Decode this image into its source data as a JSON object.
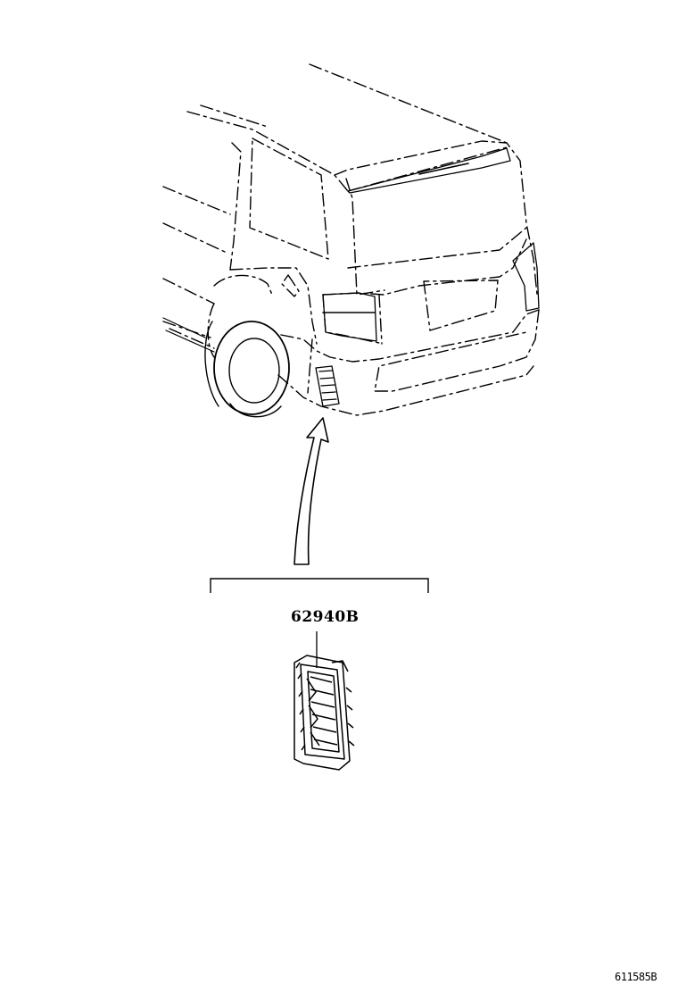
{
  "diagram": {
    "part_number": "62940B",
    "drawing_id": "611585B",
    "line_color": "#000000",
    "background_color": "#ffffff"
  },
  "icons": {
    "vehicle": "minivan-rear-quarter-outline",
    "part": "rear-bumper-vent-louver",
    "pointer": "curved-arrow"
  }
}
